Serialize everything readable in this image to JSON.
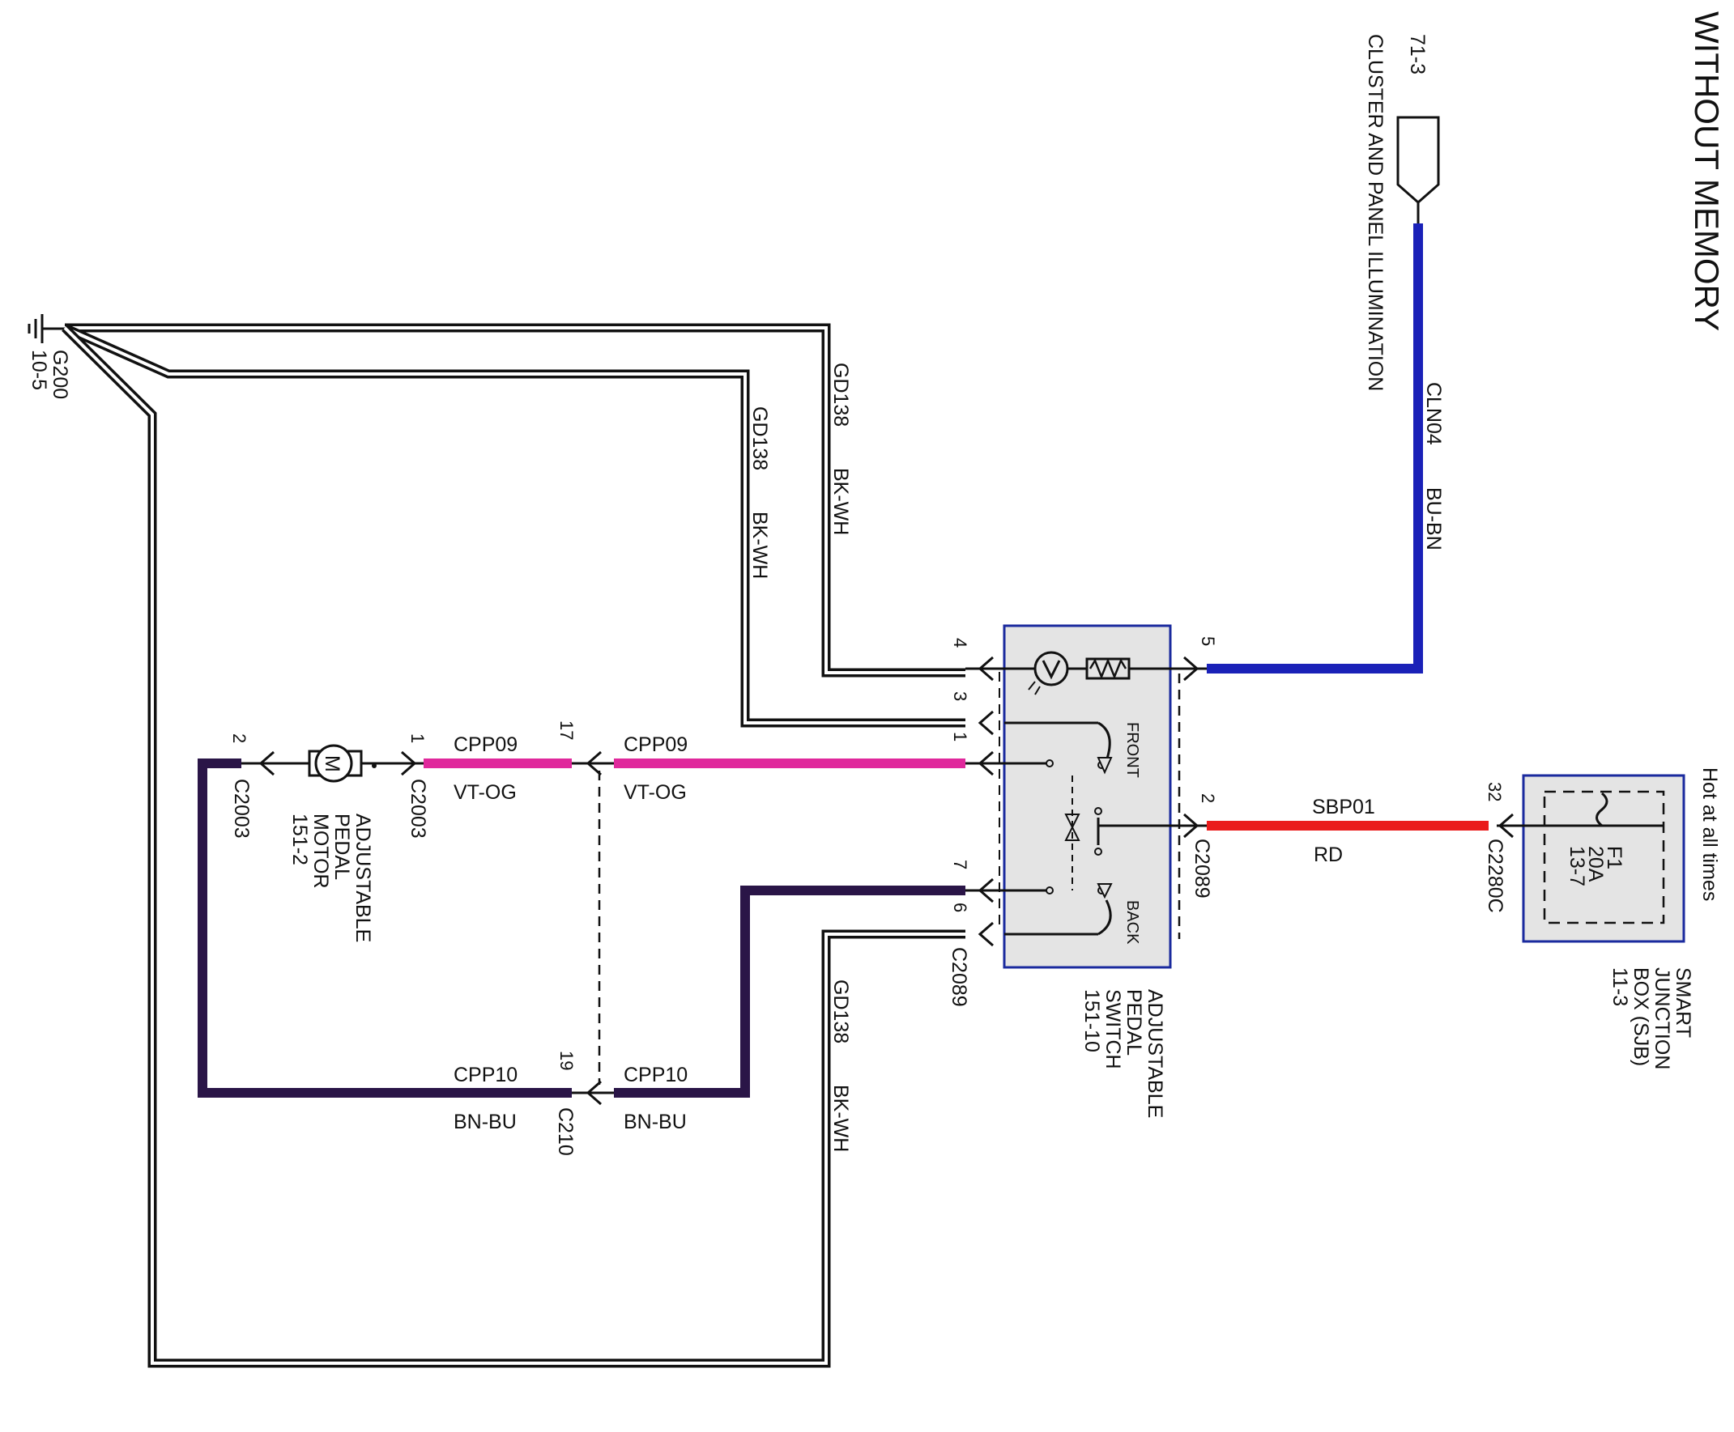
{
  "title": "WITHOUT MEMORY",
  "colors": {
    "blue_wire": "#1a21b8",
    "pink_wire": "#e0289c",
    "red_wire": "#ea1b1b",
    "purple_wire": "#2a1547",
    "black_wire": "#111111",
    "component_fill": "#e4e4e4",
    "component_border": "#1a2a9e"
  },
  "labels": {
    "cluster_ref": "71-3",
    "cluster_name": "CLUSTER AND PANEL ILLUMINATION",
    "ground_name": "G200",
    "ground_ref": "10-5",
    "hot_text": "Hot at all times",
    "fuse_name": "F1",
    "fuse_rating": "20A",
    "fuse_ref": "13-7",
    "sjb_line1": "SMART",
    "sjb_line2": "JUNCTION",
    "sjb_line3": "BOX (SJB)",
    "sjb_line4": "11-3",
    "switch_line1": "ADJUSTABLE",
    "switch_line2": "PEDAL",
    "switch_line3": "SWITCH",
    "switch_line4": "151-10",
    "motor_line1": "ADJUSTABLE",
    "motor_line2": "PEDAL",
    "motor_line3": "MOTOR",
    "motor_line4": "151-2",
    "motor_symbol": "M",
    "front": "FRONT",
    "back": "BACK"
  },
  "wires": {
    "cln04_circuit": "CLN04",
    "cln04_color": "BU-BN",
    "gd138_circuit": "GD138",
    "gd138_color": "BK-WH",
    "sbp01_circuit": "SBP01",
    "sbp01_color": "RD",
    "cpp09_circuit": "CPP09",
    "cpp09_color": "VT-OG",
    "cpp10_circuit": "CPP10",
    "cpp10_color": "BN-BU"
  },
  "connectors": {
    "c2089": "C2089",
    "c2280c": "C2280C",
    "c2003": "C2003",
    "c210": "C210"
  },
  "pins": {
    "p4": "4",
    "p3": "3",
    "p1": "1",
    "p7": "7",
    "p6": "6",
    "p5": "5",
    "p2": "2",
    "p32": "32",
    "p17": "17",
    "p19": "19",
    "motor_p1": "1",
    "motor_p2": "2"
  }
}
